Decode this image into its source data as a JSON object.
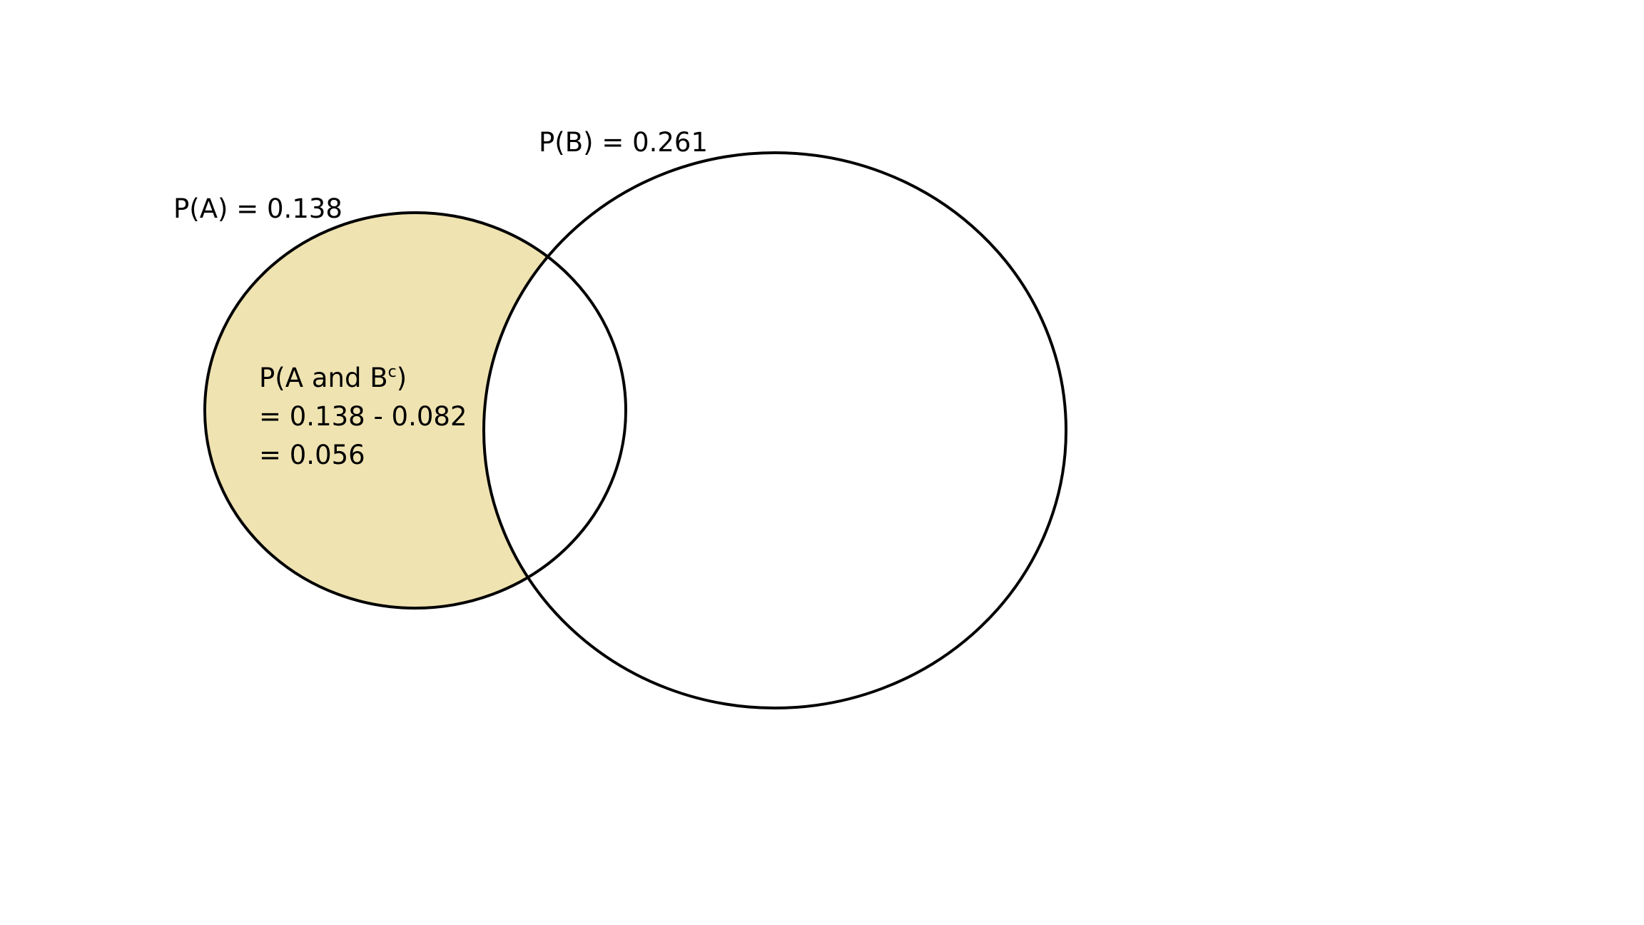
{
  "colors": {
    "background": "#ffffff",
    "outline": "#000000",
    "highlight_fill": "#efe3b1"
  },
  "sets": {
    "a": {
      "label": "P(A) = 0.138"
    },
    "b": {
      "label": "P(B) = 0.261"
    }
  },
  "region": {
    "line1_prefix": "P(A and B",
    "line1_sup": "c",
    "line1_suffix": ")",
    "line2": "= 0.138 - 0.082",
    "line3": "= 0.056"
  }
}
